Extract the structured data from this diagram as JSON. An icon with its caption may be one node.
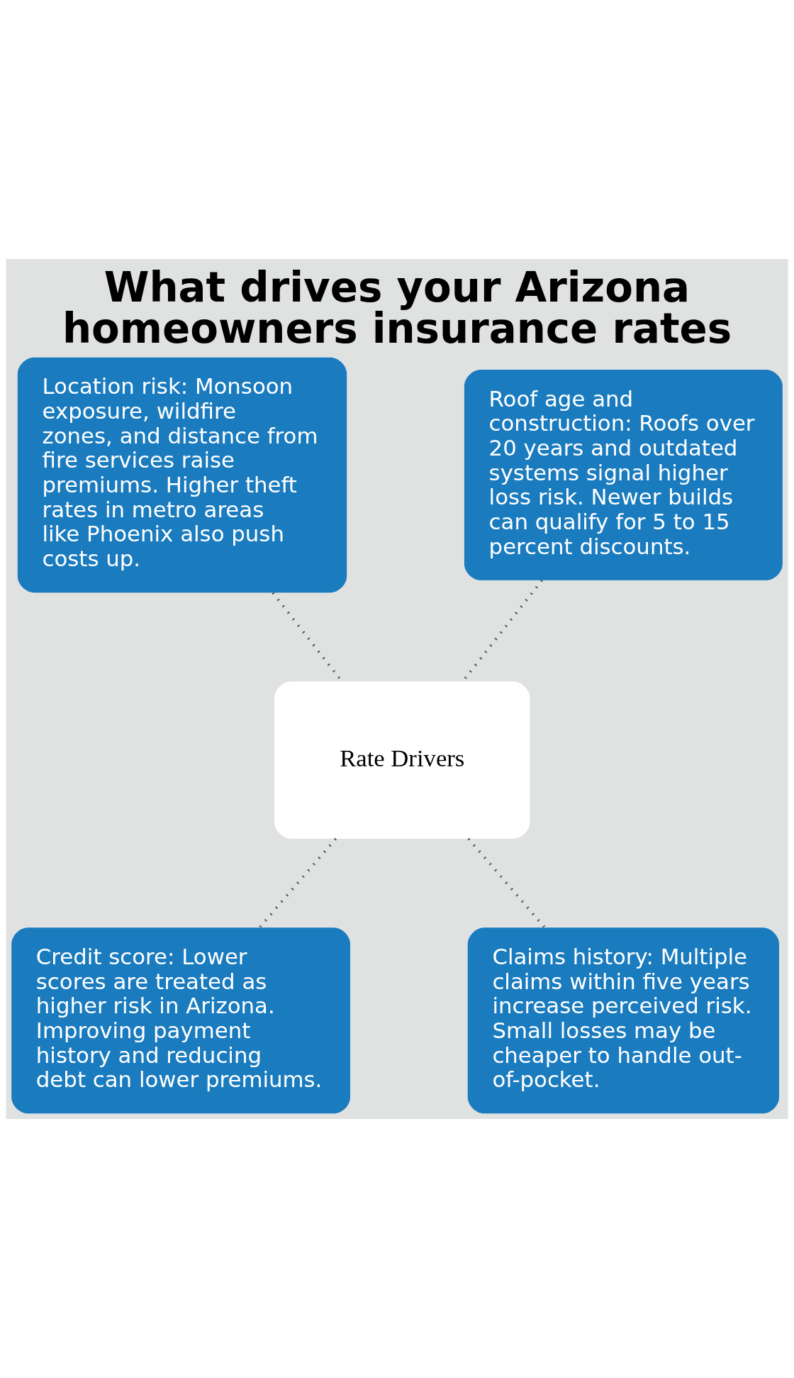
{
  "diagram": {
    "title": "What drives your Arizona homeowners insurance rates",
    "nodes": [
      {
        "text": [
          "Location risk: Monsoon exposure, wildfire zones, and distance from fire services raise premiums. Higher theft rates in metro areas like Phoenix also push costs up."
        ]
      },
      {
        "text": [
          "Roof age and construction: Roofs over 20 years and outdated systems signal higher loss risk. Newer builds can qualify for 5 to 15 percent discounts."
        ]
      },
      {
        "text": [
          "Rate Drivers"
        ]
      },
      {
        "text": [
          "Credit score: Lower scores are treated as higher risk in Arizona. Improving payment history and reducing debt can lower premiums."
        ]
      },
      {
        "text": [
          "Claims history: Multiple claims within five years increase perceived risk. Small losses may be cheaper to handle out-of-pocket."
        ]
      }
    ],
    "edges": [
      {
        "from": 0,
        "to": 2,
        "arrow": "none",
        "style": "dashed"
      },
      {
        "from": 1,
        "to": 2,
        "arrow": "none",
        "style": "dashed"
      },
      {
        "from": 2,
        "to": 3,
        "arrow": "none",
        "style": "dashed"
      },
      {
        "from": 2,
        "to": 4,
        "arrow": "none",
        "style": "dashed"
      }
    ]
  }
}
